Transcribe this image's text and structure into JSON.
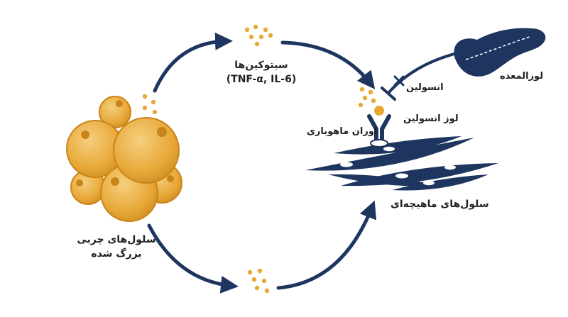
{
  "labels": {
    "cytokines": "سیتوکین‌ها",
    "cytokines_list": "(TNF-α, IL-6)",
    "insulin": "انسولین",
    "pancreas": "لوزالمعده",
    "insulin_receptor": "لوز انسولین",
    "ancestral_receptor": "اوران ماهوباری",
    "muscle_cells": "سلول‌های ماهیچه‌ای",
    "fat_cells_line1": "سلول‌های چربی",
    "fat_cells_line2": "بزرگ شده"
  },
  "colors": {
    "navy": "#1e3560",
    "fat": "#e8a838",
    "fat_light": "#f2c46a",
    "fat_dark": "#c98418",
    "text": "#222222",
    "cell_nucleus": "#ffffff"
  },
  "icons": {
    "pancreas": "pancreas-icon",
    "receptor": "insulin-receptor-icon",
    "block": "blocked-signal-icon",
    "inhibit": "inhibition-bar-icon"
  }
}
